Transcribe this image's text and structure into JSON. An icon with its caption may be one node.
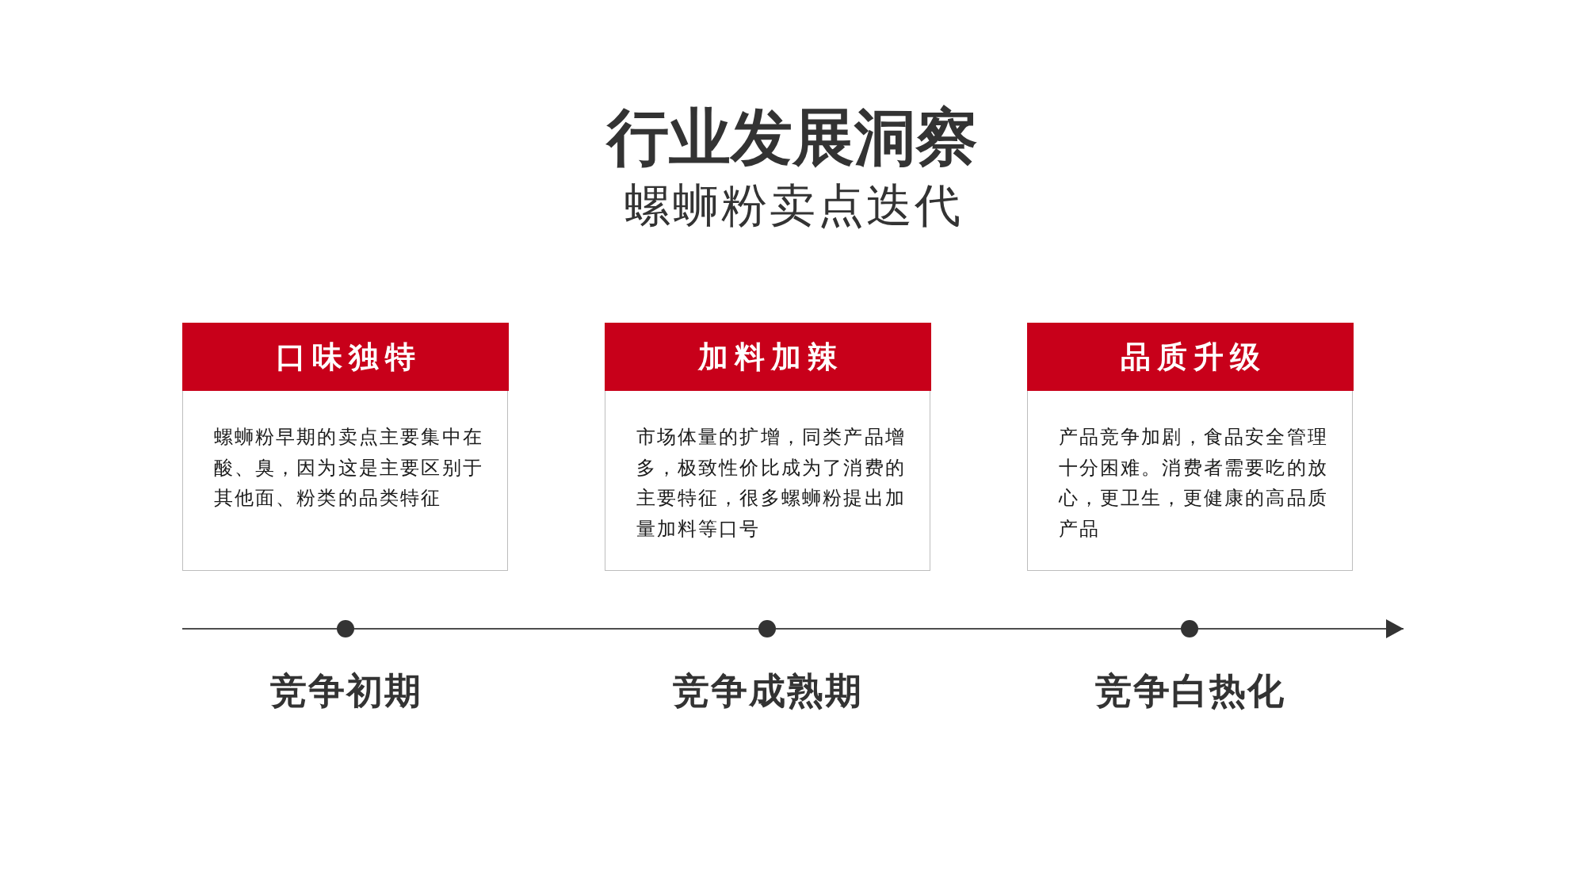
{
  "diagram": {
    "title": "行业发展洞察",
    "nodes": [
      {
        "text": [
          "口味独特",
          "螺蛳粉早期的卖点主要集中在酸、臭，因为这是主要区别于其他面、粉类的品类特征"
        ]
      },
      {
        "text": [
          "加料加辣",
          "市场体量的扩增，同类产品增多，极致性价比成为了消费的主要特征，很多螺蛳粉提出加量加料等口号"
        ]
      },
      {
        "text": [
          "品质升级",
          "产品竞争加剧，食品安全管理十分困难。消费者需要吃的放心，更卫生，更健康的高品质产品"
        ]
      },
      {
        "text": [],
        "shape": "circle",
        "beside": [
          "竞争初期"
        ]
      },
      {
        "text": [],
        "shape": "circle",
        "beside": [
          "竞争成熟期"
        ]
      },
      {
        "text": [],
        "shape": "circle",
        "beside": [
          "竞争白热化"
        ]
      }
    ],
    "edges": [
      {
        "from": null,
        "to": 3,
        "arrow": "none"
      },
      {
        "from": 3,
        "to": 4,
        "arrow": "none"
      },
      {
        "from": 4,
        "to": 5,
        "arrow": "none"
      },
      {
        "from": 5,
        "to": null,
        "arrow": "to"
      }
    ],
    "labels": [
      "螺蛳粉卖点迭代"
    ]
  }
}
